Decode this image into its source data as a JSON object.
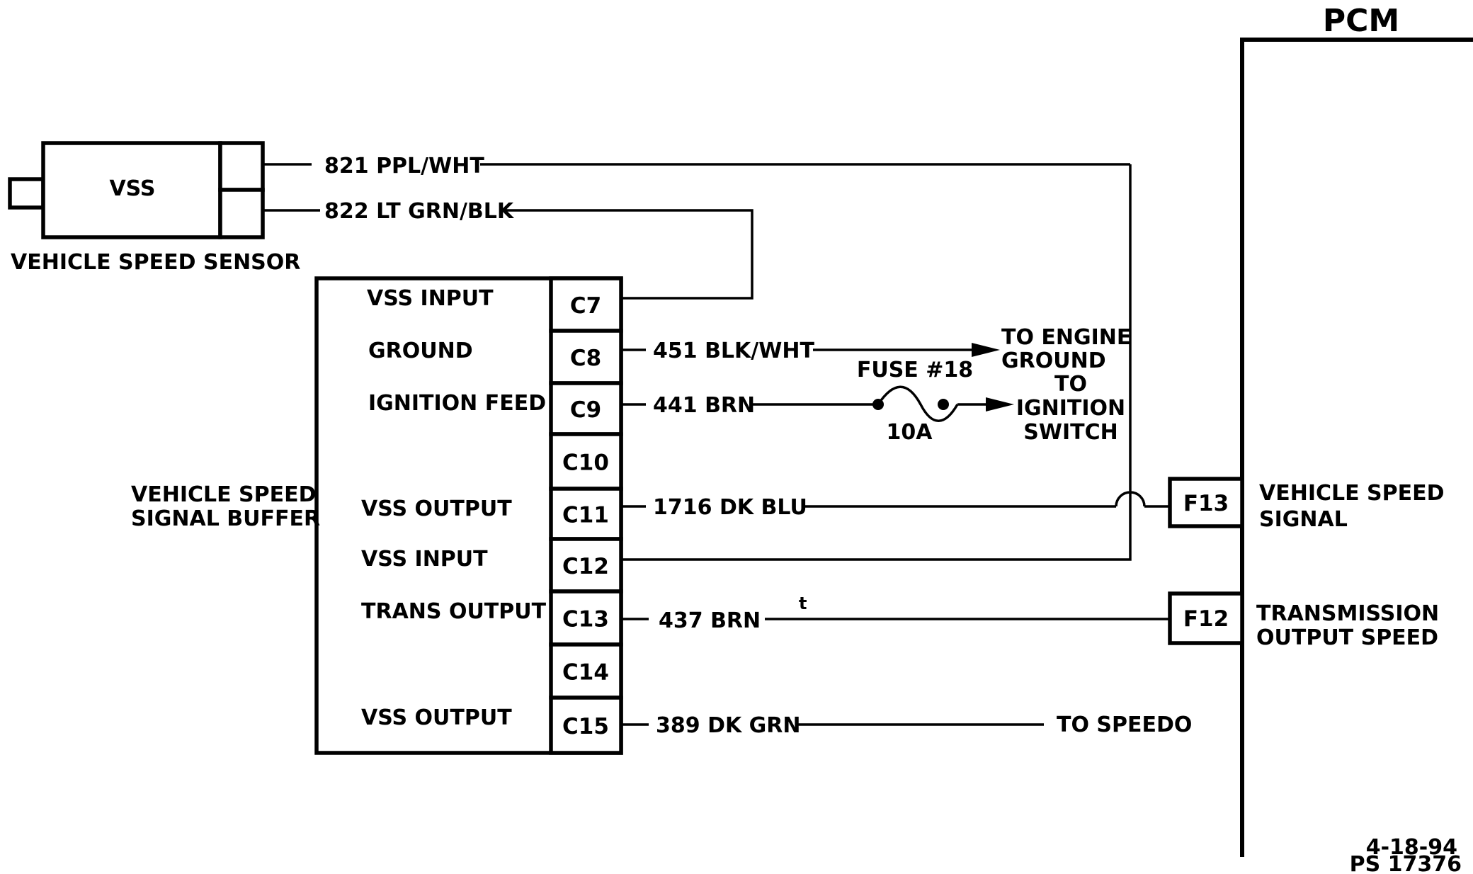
{
  "pcm": {
    "title": "PCM"
  },
  "vss": {
    "box_label": "VSS",
    "caption": "VEHICLE SPEED SENSOR"
  },
  "buffer": {
    "caption_line1": "VEHICLE SPEED",
    "caption_line2": "SIGNAL BUFFER",
    "rows": [
      {
        "label": "VSS INPUT",
        "pin": "C7"
      },
      {
        "label": "GROUND",
        "pin": "C8"
      },
      {
        "label": "IGNITION FEED",
        "pin": "C9"
      },
      {
        "label": "",
        "pin": "C10"
      },
      {
        "label": "VSS OUTPUT",
        "pin": "C11"
      },
      {
        "label": "VSS INPUT",
        "pin": "C12"
      },
      {
        "label": "TRANS OUTPUT",
        "pin": "C13"
      },
      {
        "label": "",
        "pin": "C14"
      },
      {
        "label": "VSS OUTPUT",
        "pin": "C15"
      }
    ]
  },
  "wires": {
    "w821": "821 PPL/WHT",
    "w822": "822 LT GRN/BLK",
    "w451": "451 BLK/WHT",
    "w441": "441 BRN",
    "w1716": "1716 DK BLU",
    "w437": "437 BRN",
    "w389": "389 DK GRN"
  },
  "destinations": {
    "engine_ground_line1": "TO ENGINE",
    "engine_ground_line2": "GROUND",
    "ignition_line1": "TO",
    "ignition_line2": "IGNITION",
    "ignition_line3": "SWITCH",
    "speedo": "TO SPEEDO"
  },
  "fuse": {
    "name": "FUSE #18",
    "rating": "10A"
  },
  "pcm_pins": {
    "f13": {
      "pin": "F13",
      "line1": "VEHICLE SPEED",
      "line2": "SIGNAL"
    },
    "f12": {
      "pin": "F12",
      "line1": "TRANSMISSION",
      "line2": "OUTPUT SPEED"
    }
  },
  "stray_mark": "t",
  "footer": {
    "date": "4-18-94",
    "ref": "PS 17376"
  }
}
